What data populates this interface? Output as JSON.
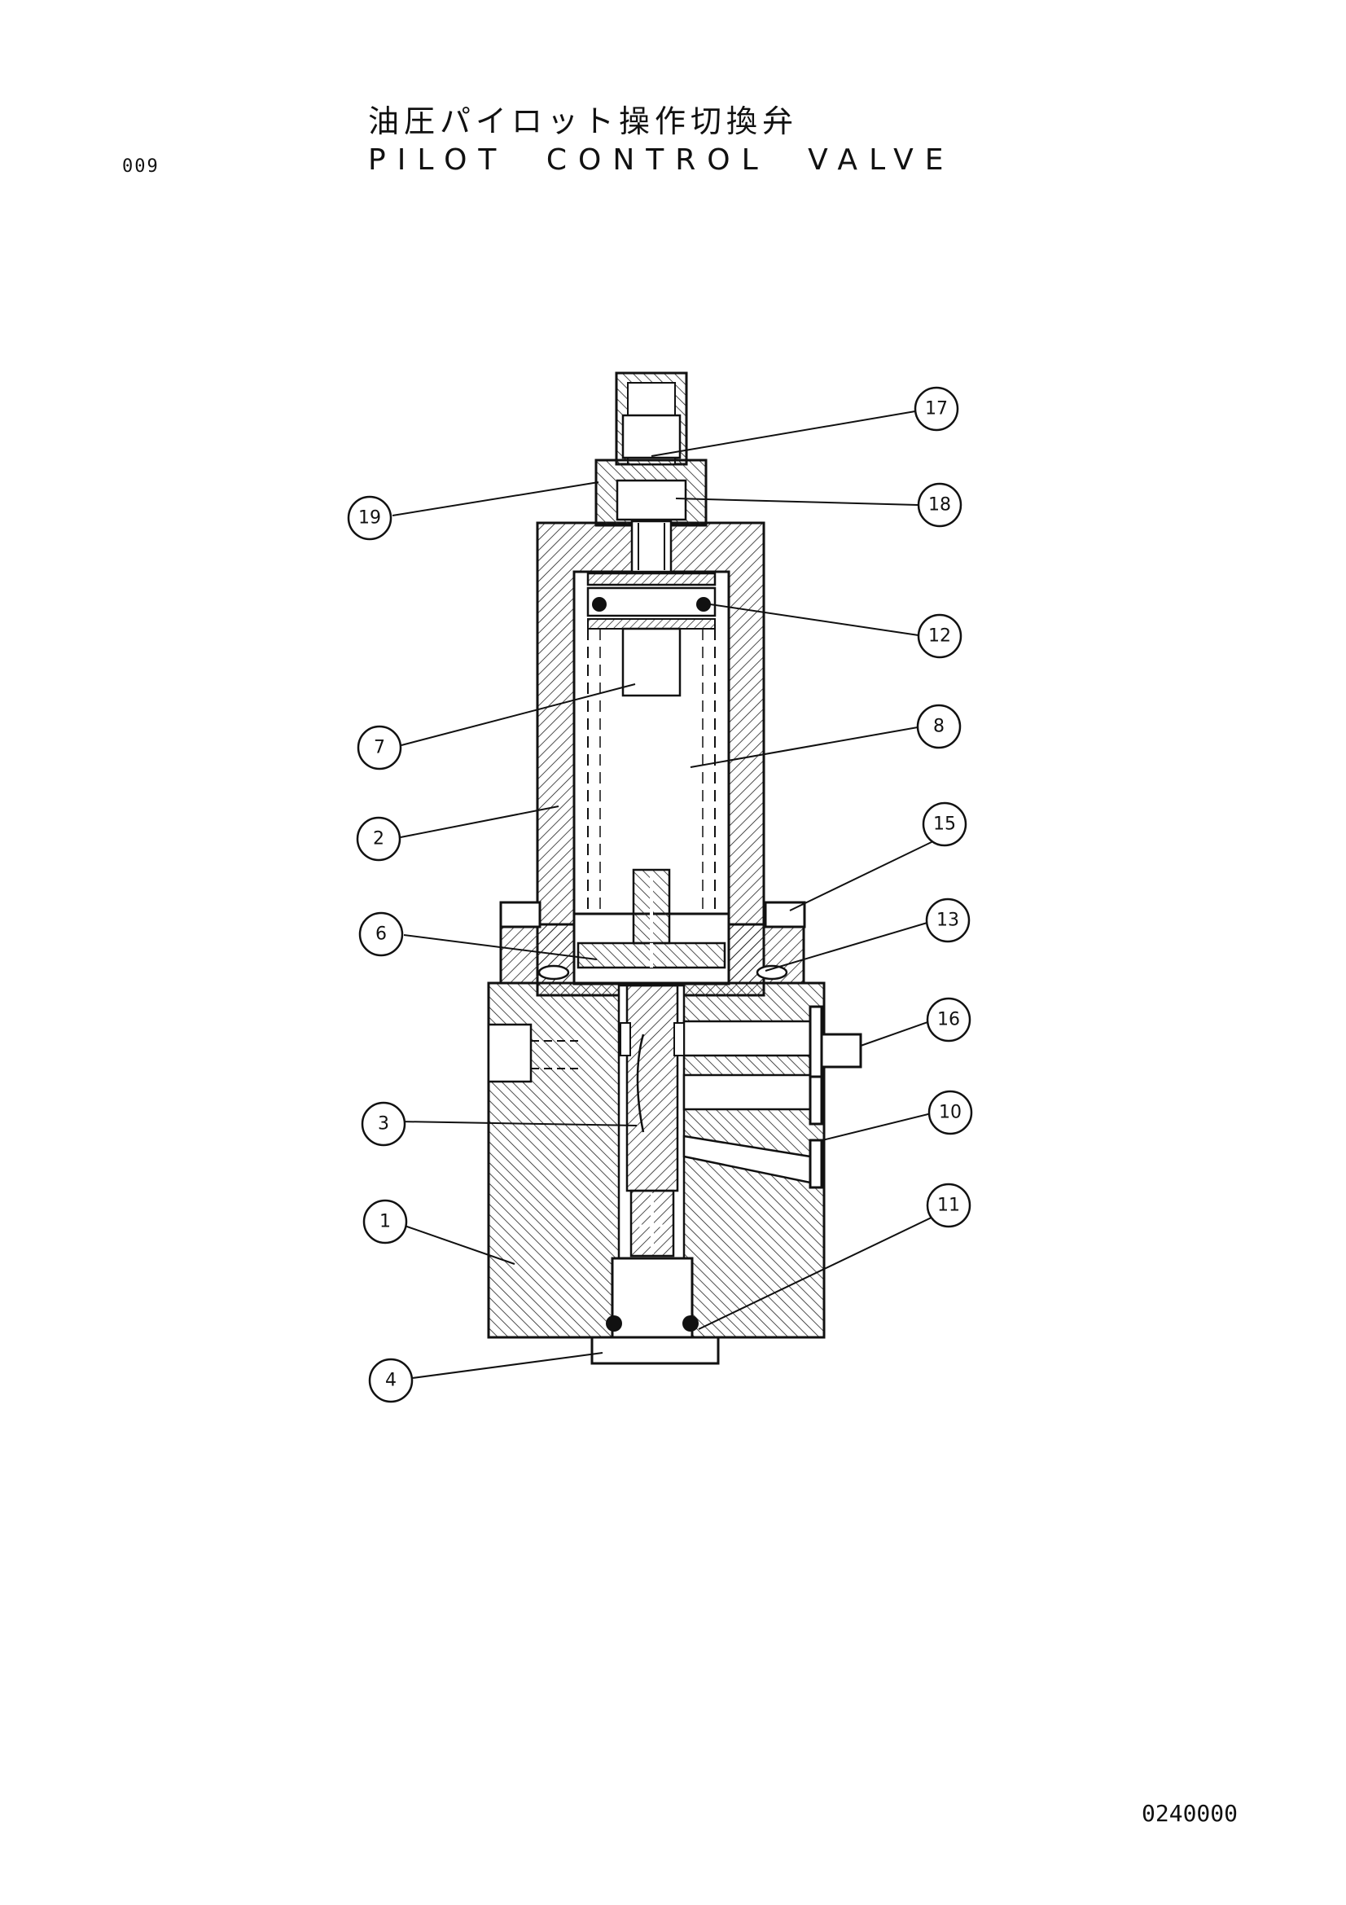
{
  "header": {
    "page_number": "009",
    "title_jp": "油圧パイロット操作切換弁",
    "title_en": "PILOT CONTROL VALVE"
  },
  "footer": {
    "drawing_code": "0240000"
  },
  "callouts": [
    {
      "id": "17",
      "label": "17"
    },
    {
      "id": "19",
      "label": "19"
    },
    {
      "id": "18",
      "label": "18"
    },
    {
      "id": "12",
      "label": "12"
    },
    {
      "id": "7",
      "label": "7"
    },
    {
      "id": "8",
      "label": "8"
    },
    {
      "id": "2",
      "label": "2"
    },
    {
      "id": "15",
      "label": "15"
    },
    {
      "id": "6",
      "label": "6"
    },
    {
      "id": "13",
      "label": "13"
    },
    {
      "id": "16",
      "label": "16"
    },
    {
      "id": "3",
      "label": "3"
    },
    {
      "id": "10",
      "label": "10"
    },
    {
      "id": "1",
      "label": "1"
    },
    {
      "id": "11",
      "label": "11"
    },
    {
      "id": "4",
      "label": "4"
    }
  ]
}
